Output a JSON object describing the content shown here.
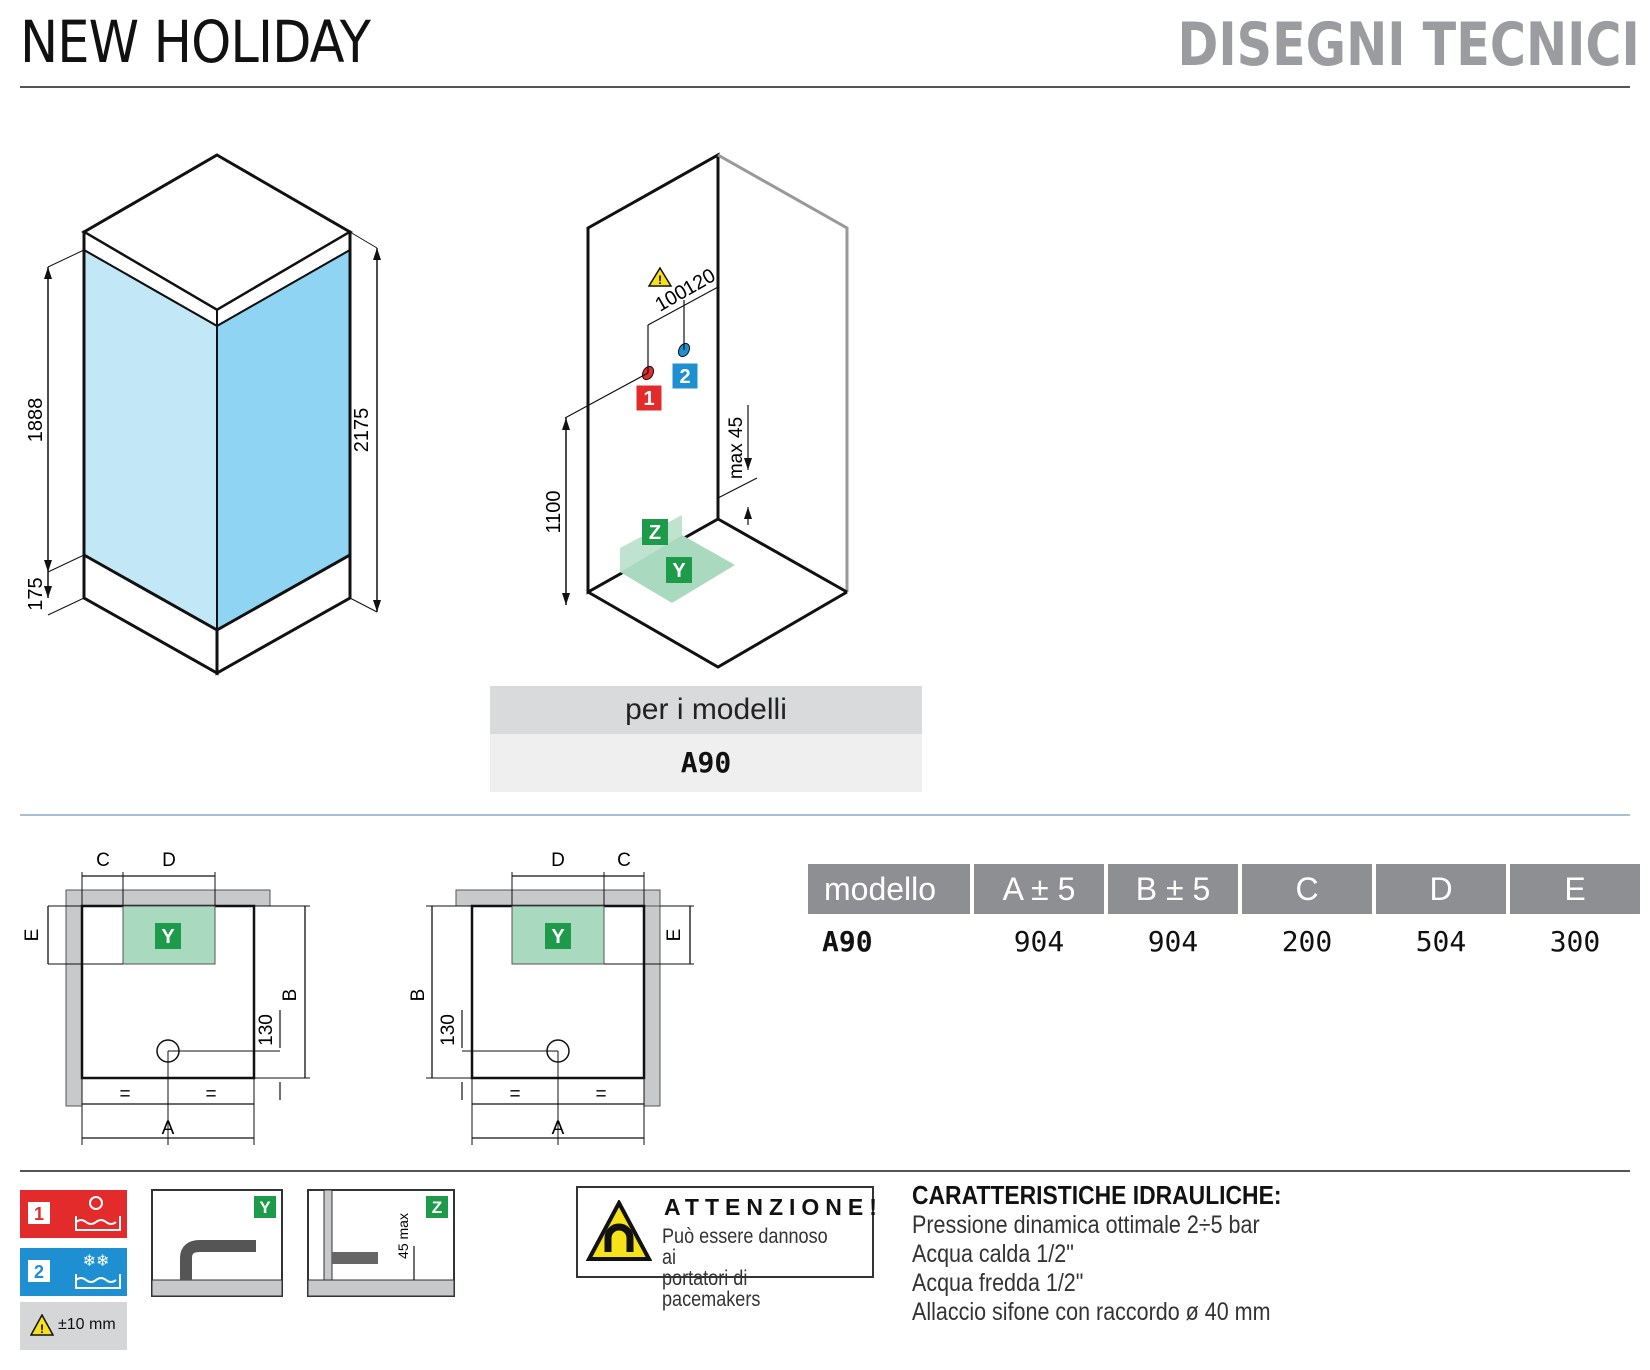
{
  "header": {
    "title": "NEW HOLIDAY",
    "section": "DISEGNI TECNICI"
  },
  "elevation": {
    "dim_1888": "1888",
    "dim_175": "175",
    "dim_2175": "2175"
  },
  "connections": {
    "dim_100": "100",
    "dim_120": "120",
    "dim_1100": "1100",
    "dim_max45": "max 45",
    "hot_label": "1",
    "cold_label": "2",
    "z_label": "Z",
    "y_label": "Y"
  },
  "models": {
    "caption": "per i modelli",
    "model": "A90"
  },
  "plan": {
    "C": "C",
    "D": "D",
    "E": "E",
    "B": "B",
    "A": "A",
    "eq": "=",
    "dim_130": "130",
    "y_label": "Y"
  },
  "dims_table": {
    "headers": [
      "modello",
      "A ± 5",
      "B ± 5",
      "C",
      "D",
      "E"
    ],
    "rows": [
      [
        "A90",
        "904",
        "904",
        "200",
        "504",
        "300"
      ]
    ]
  },
  "legend": {
    "hot": "1",
    "cold": "2",
    "tolerance": "±10 mm",
    "y": "Y",
    "z": "Z",
    "max45": "45 max"
  },
  "attention": {
    "title": "ATTENZIONE!",
    "line1": "Può essere dannoso ai",
    "line2": "portatori di pacemakers"
  },
  "hydraulics": {
    "title": "CARATTERISTICHE IDRAULICHE:",
    "lines": [
      "Pressione dinamica ottimale 2÷5 bar",
      "Acqua calda 1/2\"",
      "Acqua fredda 1/2\"",
      "Allaccio sifone con raccordo ø 40 mm"
    ]
  },
  "colors": {
    "hot": "#e32b2b",
    "cold": "#1e8fd0",
    "green": "#1d9a4a",
    "glass_light": "#bfe6f7",
    "glass": "#8fd3f3",
    "gray_header": "#8e8f93"
  }
}
